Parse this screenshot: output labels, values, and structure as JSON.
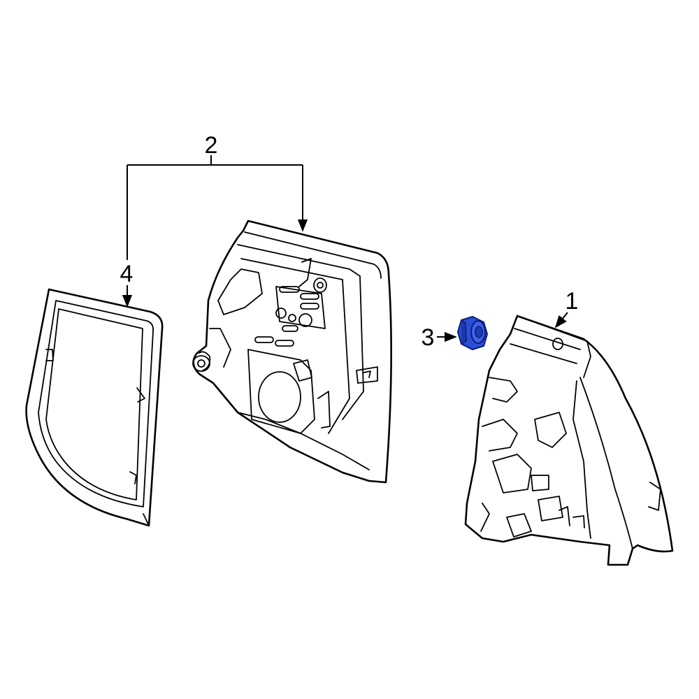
{
  "callouts": {
    "c1": "1",
    "c2": "2",
    "c3": "3",
    "c4": "4"
  },
  "colors": {
    "line": "#000000",
    "highlight_fill": "#2a4fd6",
    "highlight_stroke": "#0c1c7a"
  }
}
